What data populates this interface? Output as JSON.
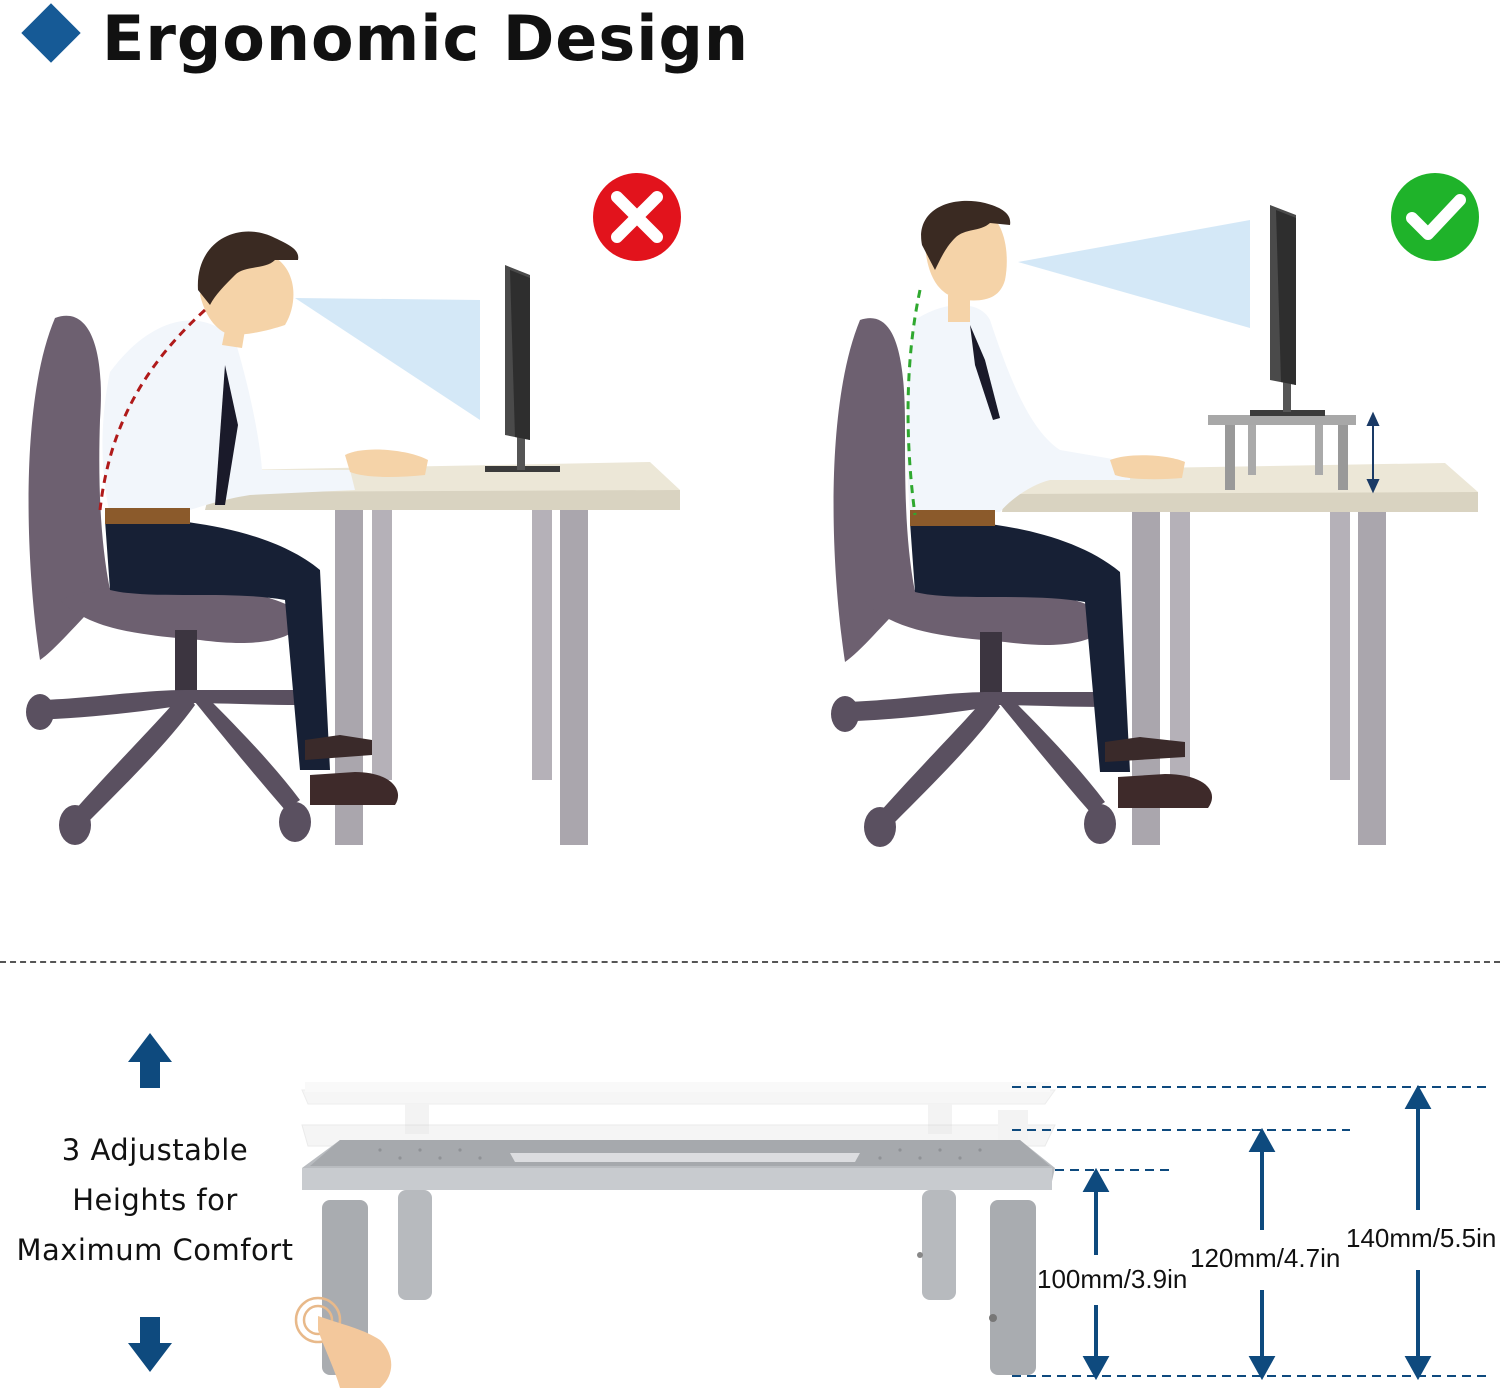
{
  "header": {
    "title": "Ergonomic Design",
    "bullet_color": "#165a96"
  },
  "comparison": {
    "bad": {
      "status_icon": "x-icon",
      "status_color": "#e2131c",
      "spine_color": "#b01a1a"
    },
    "good": {
      "status_icon": "check-icon",
      "status_color": "#1fb32a",
      "spine_color": "#2fa82f"
    }
  },
  "caption": {
    "line1": "3 Adjustable",
    "line2": "Heights for",
    "line3": "Maximum Comfort"
  },
  "heights": {
    "low": "100mm/3.9in",
    "mid": "120mm/4.7in",
    "high": "140mm/5.5in"
  },
  "arrows": {
    "up": "arrow-up-icon",
    "down": "arrow-down-icon",
    "color": "#0e4a7e"
  }
}
